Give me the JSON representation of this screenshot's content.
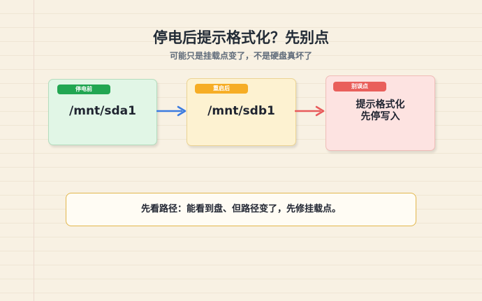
{
  "header": {
    "title": "停电后提示格式化？先别点",
    "subtitle": "可能只是挂载点变了，不是硬盘真坏了"
  },
  "steps": [
    {
      "tag": "停电前",
      "text": "/mnt/sda1",
      "color": "#22a652"
    },
    {
      "tag": "重启后",
      "text": "/mnt/sdb1",
      "color": "#f6ad25"
    },
    {
      "tag": "别误点",
      "text_line1": "提示格式化",
      "text_line2": "先停写入",
      "color": "#e95f5b"
    }
  ],
  "arrows": [
    {
      "color": "#3b7be0"
    },
    {
      "color": "#e85b5b"
    }
  ],
  "note": {
    "text": "先看路径：能看到盘、但路径变了，先修挂载点。"
  }
}
